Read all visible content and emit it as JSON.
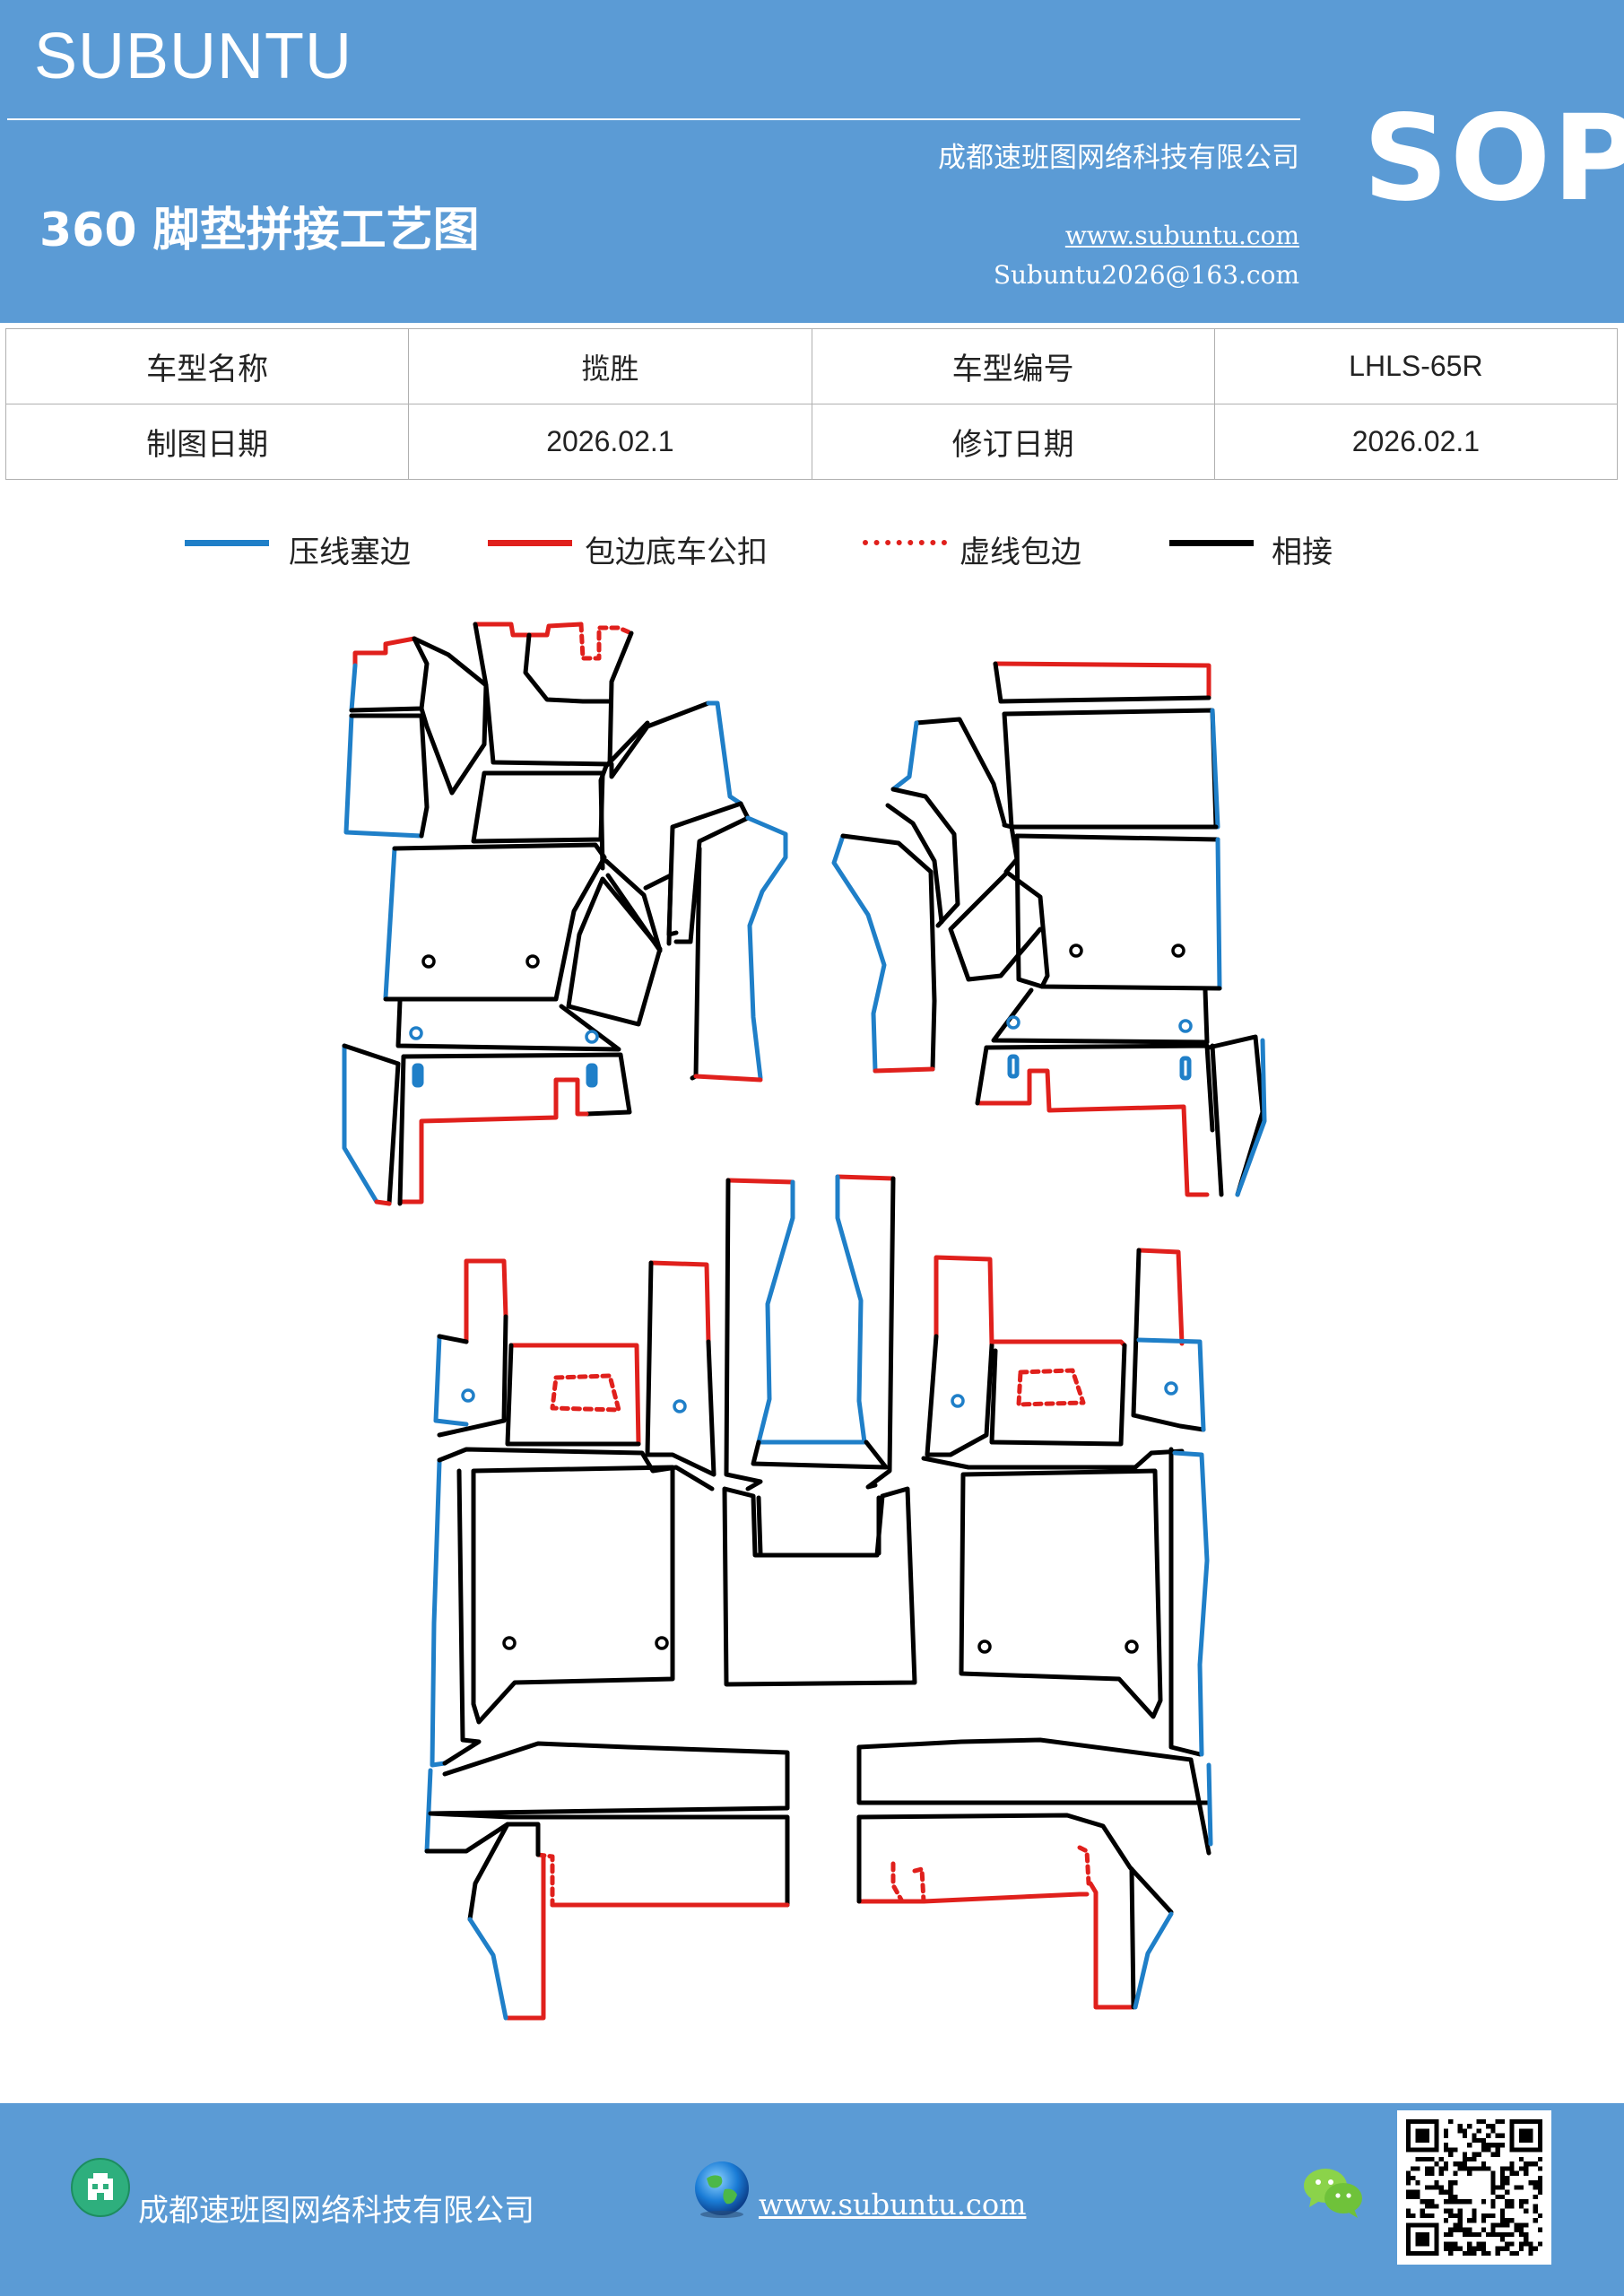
{
  "header": {
    "brand": "SUBUNTU",
    "company": "成都速班图网络科技有限公司",
    "title": "360 脚垫拼接工艺图",
    "website": "www.subuntu.com",
    "email": "Subuntu2026@163.com",
    "badge": "SOP"
  },
  "info_table": {
    "rows": [
      [
        {
          "label": "车型名称"
        },
        {
          "value": "揽胜"
        },
        {
          "label": "车型编号"
        },
        {
          "value": "LHLS-65R"
        }
      ],
      [
        {
          "label": "制图日期"
        },
        {
          "value": "2026.02.1"
        },
        {
          "label": "修订日期"
        },
        {
          "value": "2026.02.1"
        }
      ]
    ]
  },
  "legend": [
    {
      "label": "压线塞边",
      "color": "#1f7fc8",
      "style": "solid"
    },
    {
      "label": "包边底车公扣",
      "color": "#e0201c",
      "style": "solid"
    },
    {
      "label": "虚线包边",
      "color": "#e0201c",
      "style": "dashed"
    },
    {
      "label": "相接",
      "color": "#000000",
      "style": "solid"
    }
  ],
  "colors": {
    "header_bg": "#5b9bd5",
    "blue_edge": "#1f7fc8",
    "red_edge": "#e0201c",
    "black_edge": "#000000"
  },
  "footer": {
    "company": "成都速班图网络科技有限公司",
    "website": "www.subuntu.com ",
    "icons": [
      "building-icon",
      "globe-icon",
      "wechat-icon",
      "qr-code"
    ]
  }
}
